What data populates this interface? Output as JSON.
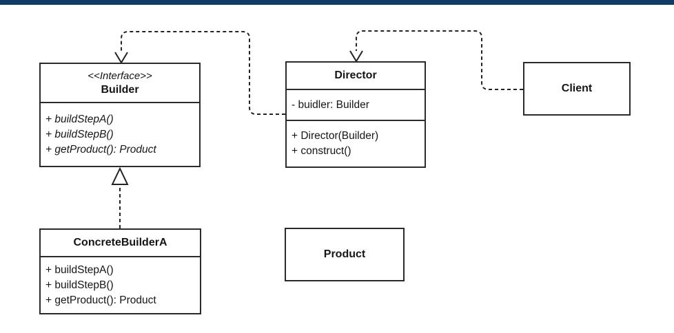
{
  "window": {
    "top_bar_color": "#0e3a63",
    "background_color": "#ffffff",
    "line_color": "#222222"
  },
  "diagram": {
    "classes": [
      {
        "stereotype": "<<Interface>>",
        "name": "Builder",
        "methods": [
          "+ buildStepA()",
          "+ buildStepB()",
          "+ getProduct(): Product"
        ]
      },
      {
        "name": "Director",
        "attributes": [
          "- buidler: Builder"
        ],
        "methods": [
          "+ Director(Builder)",
          "+ construct()"
        ]
      },
      {
        "name": "Client"
      },
      {
        "name": "ConcreteBuilderA",
        "methods": [
          "+ buildStepA()",
          "+ buildStepB()",
          "+ getProduct(): Product"
        ]
      },
      {
        "name": "Product"
      }
    ],
    "relationships": [
      {
        "from": "Director",
        "to": "Builder",
        "type": "dependency",
        "style": "dashed-open-arrow"
      },
      {
        "from": "Client",
        "to": "Director",
        "type": "dependency",
        "style": "dashed-open-arrow"
      },
      {
        "from": "ConcreteBuilderA",
        "to": "Builder",
        "type": "realization",
        "style": "dashed-hollow-triangle"
      }
    ]
  }
}
